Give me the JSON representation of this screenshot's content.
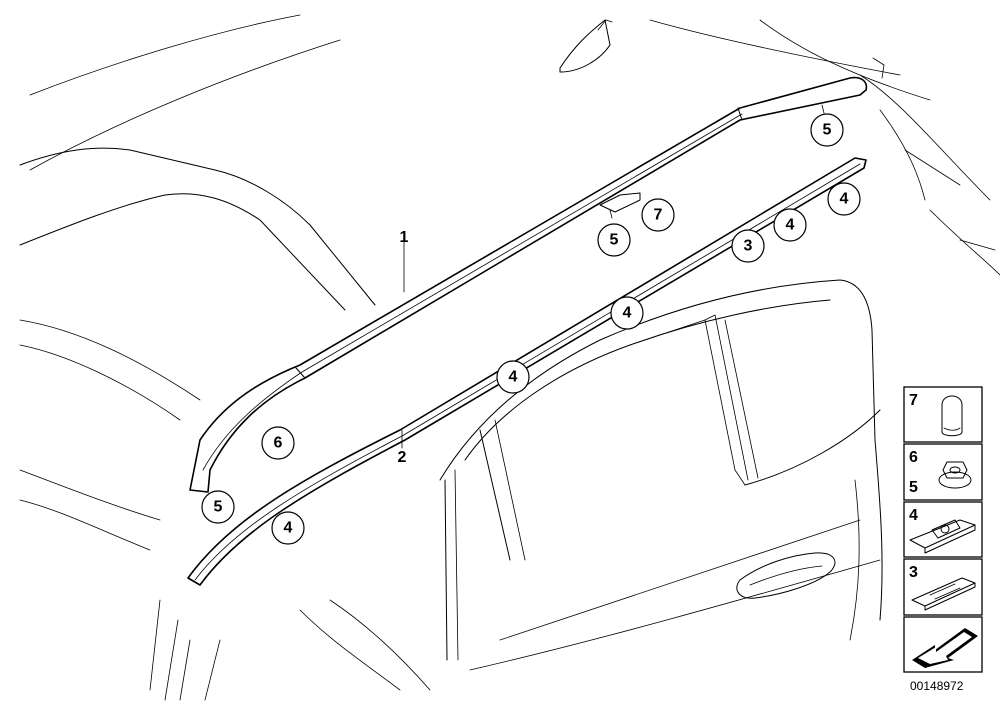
{
  "parts": [
    {
      "number": "1"
    },
    {
      "number": "2"
    }
  ],
  "callouts": [
    "5",
    "4",
    "4",
    "3",
    "7",
    "5",
    "4",
    "4",
    "6",
    "5",
    "4"
  ],
  "legend": [
    {
      "numbers": [
        "7"
      ],
      "icon": "cap-icon"
    },
    {
      "numbers": [
        "6",
        "5"
      ],
      "icon": "nut-icon"
    },
    {
      "numbers": [
        "4"
      ],
      "icon": "clip-icon-large"
    },
    {
      "numbers": [
        "3"
      ],
      "icon": "clip-icon-small"
    },
    {
      "numbers": [],
      "icon": "arrow-icon"
    }
  ],
  "diagram_id": "00148972"
}
